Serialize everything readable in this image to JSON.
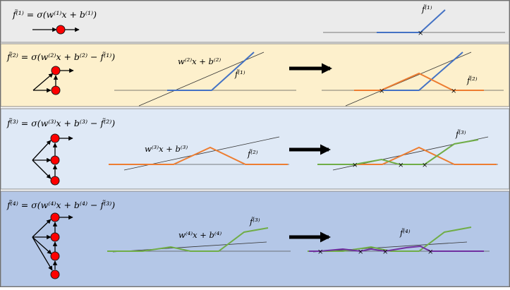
{
  "colors": {
    "panel_1": "#ebebeb",
    "panel_2": "#fdf0cc",
    "panel_3": "#dfe9f6",
    "panel_4": "#b4c7e7",
    "blue": "#4472c4",
    "orange": "#ed7d31",
    "green": "#70ad47",
    "purple": "#7030a0",
    "node_fill": "#ff0000",
    "node_stroke": "#1a1a1a"
  },
  "panels": [
    {
      "equation": "f̃⁽¹⁾ = σ(w⁽¹⁾x + b⁽¹⁾)",
      "labels": {
        "result_f": "f̃⁽¹⁾"
      }
    },
    {
      "equation": "f̃⁽²⁾ = σ(w⁽²⁾x + b⁽²⁾ − f̃⁽¹⁾)",
      "labels": {
        "line": "w⁽²⁾x + b⁽²⁾",
        "prev_f": "f̃⁽¹⁾",
        "result_f": "f̃⁽²⁾"
      }
    },
    {
      "equation": "f̃⁽³⁾ = σ(w⁽³⁾x + b⁽³⁾ − f̃⁽²⁾)",
      "labels": {
        "line": "w⁽³⁾x + b⁽³⁾",
        "prev_f": "f̃⁽²⁾",
        "result_f": "f̃⁽³⁾"
      }
    },
    {
      "equation": "f̃⁽⁴⁾ = σ(w⁽⁴⁾x + b⁽⁴⁾ − f̃⁽³⁾)",
      "labels": {
        "line": "w⁽⁴⁾x + b⁽⁴⁾",
        "prev_f": "f̃⁽³⁾",
        "result_f": "f̃⁽⁴⁾"
      }
    }
  ]
}
